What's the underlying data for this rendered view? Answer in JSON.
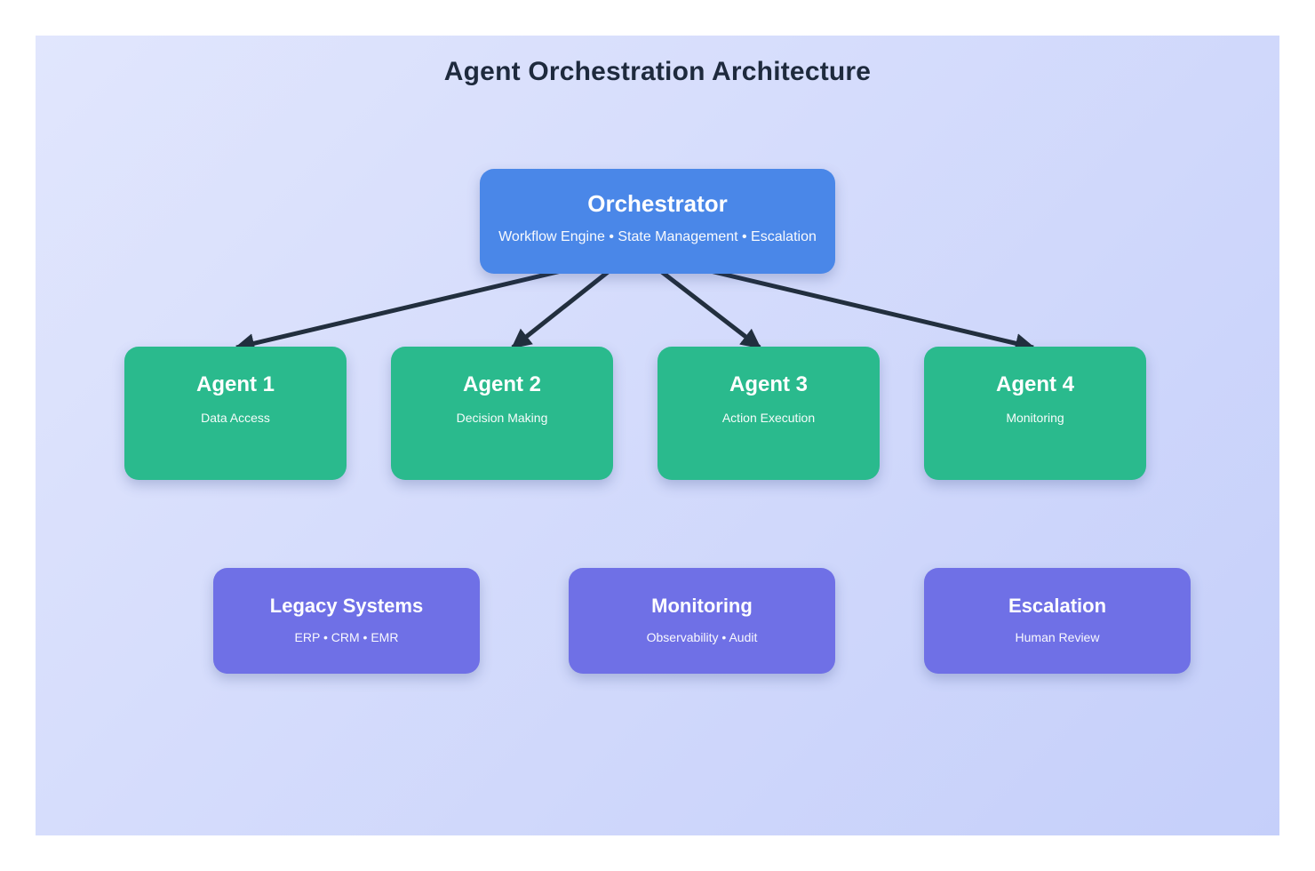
{
  "title": "Agent Orchestration Architecture",
  "colors": {
    "background_from": "#e1e6fd",
    "background_to": "#c5cffa",
    "orchestrator": "#4a87e8",
    "agent": "#2aba8d",
    "system": "#6f70e6",
    "arrow": "#222f3e",
    "title_text": "#1e2a3d",
    "box_text": "#ffffff"
  },
  "orchestrator": {
    "title": "Orchestrator",
    "subtitle": "Workflow Engine • State Management • Escalation"
  },
  "agents": [
    {
      "title": "Agent 1",
      "subtitle": "Data Access"
    },
    {
      "title": "Agent 2",
      "subtitle": "Decision Making"
    },
    {
      "title": "Agent 3",
      "subtitle": "Action Execution"
    },
    {
      "title": "Agent 4",
      "subtitle": "Monitoring"
    }
  ],
  "systems": [
    {
      "title": "Legacy Systems",
      "subtitle": "ERP • CRM • EMR"
    },
    {
      "title": "Monitoring",
      "subtitle": "Observability • Audit"
    },
    {
      "title": "Escalation",
      "subtitle": "Human Review"
    }
  ]
}
